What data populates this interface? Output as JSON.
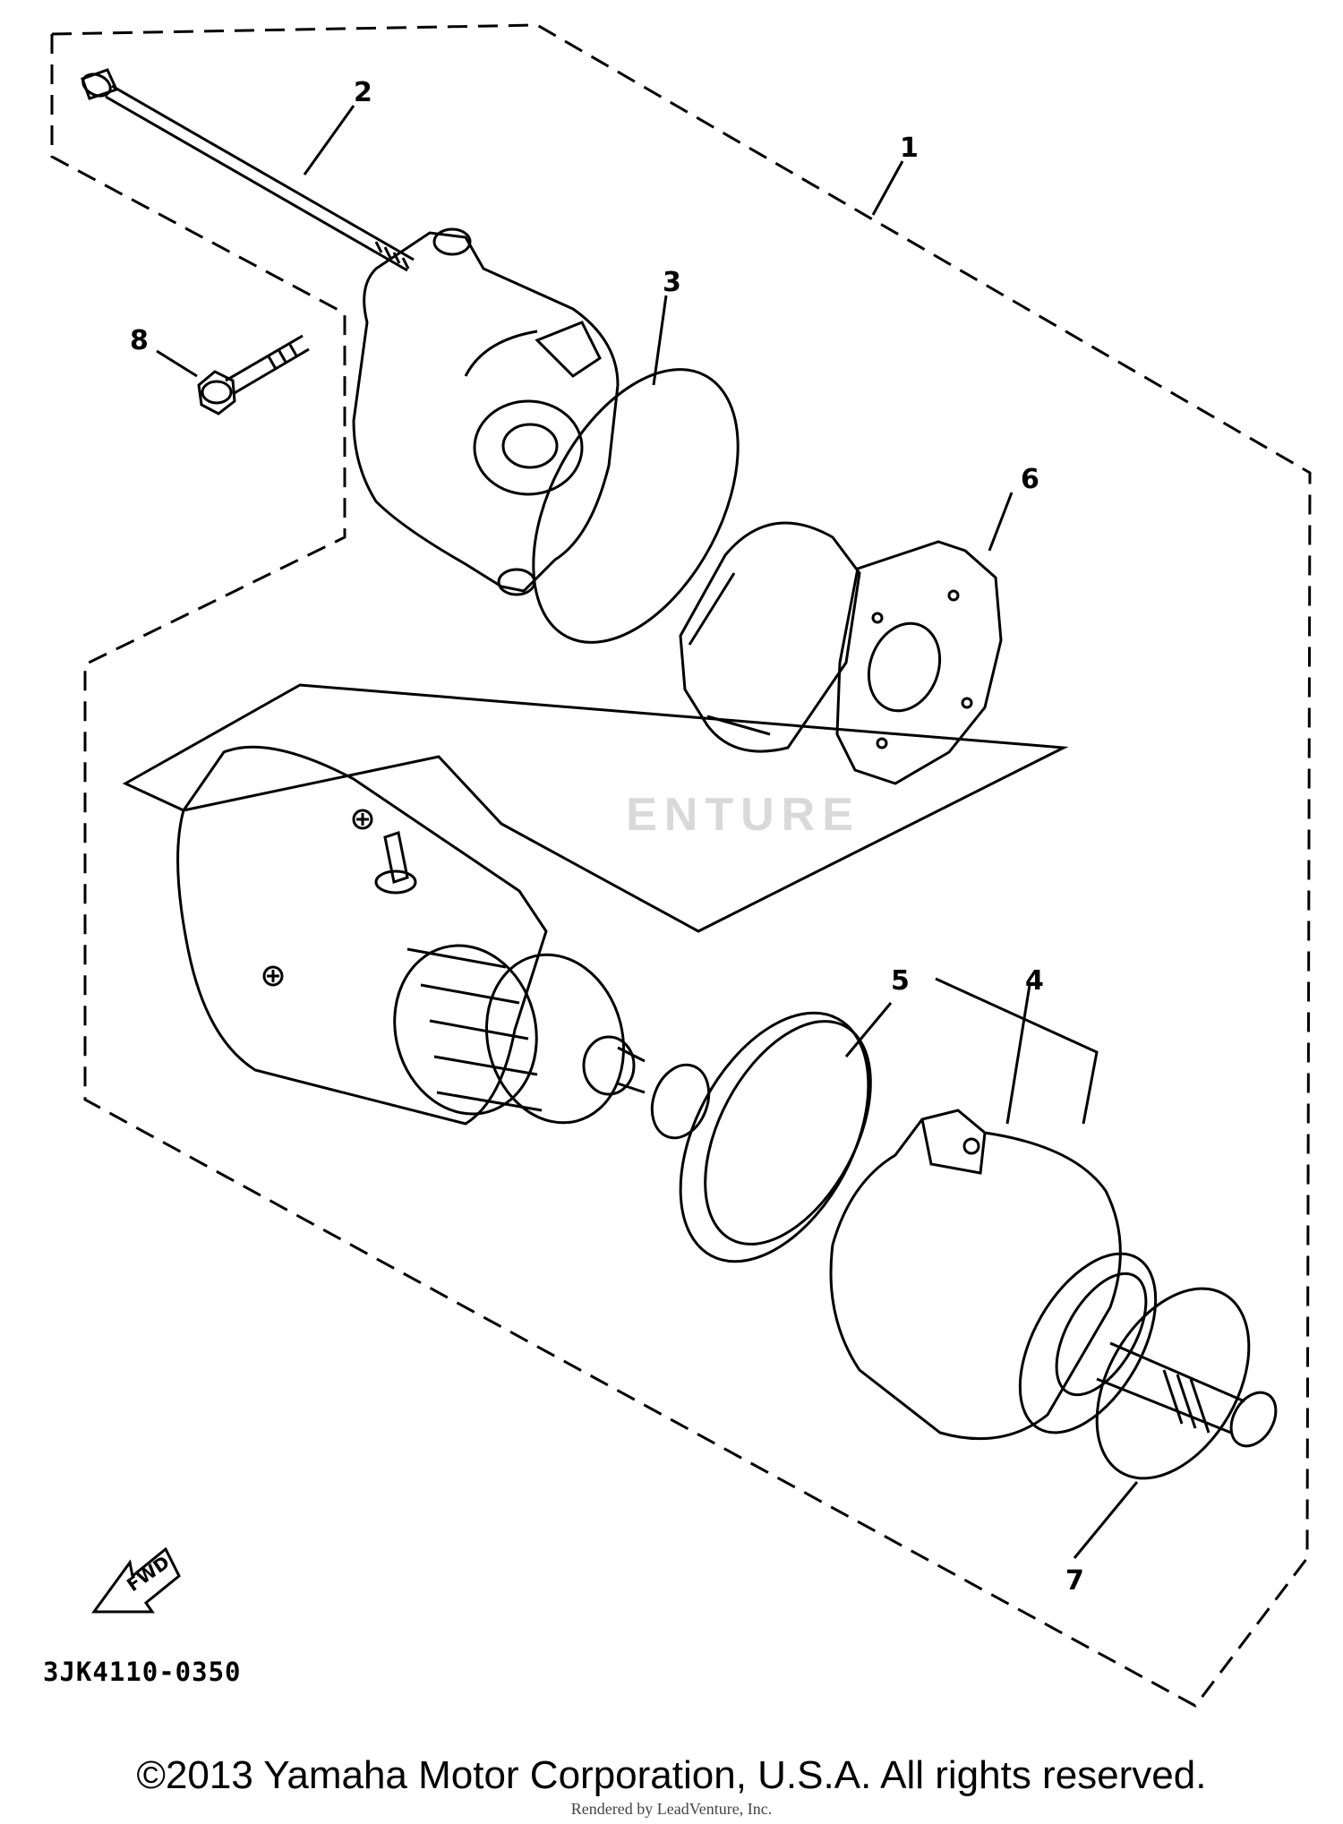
{
  "diagram": {
    "callouts": [
      "1",
      "2",
      "3",
      "4",
      "5",
      "6",
      "7",
      "8"
    ],
    "fwd_label": "FWD",
    "part_code": "3JK4110-0350",
    "watermark": "ENTURE"
  },
  "footer": {
    "copyright": "©2013 Yamaha Motor Corporation, U.S.A. All rights reserved.",
    "rendered_by": "Rendered by LeadVenture, Inc."
  }
}
